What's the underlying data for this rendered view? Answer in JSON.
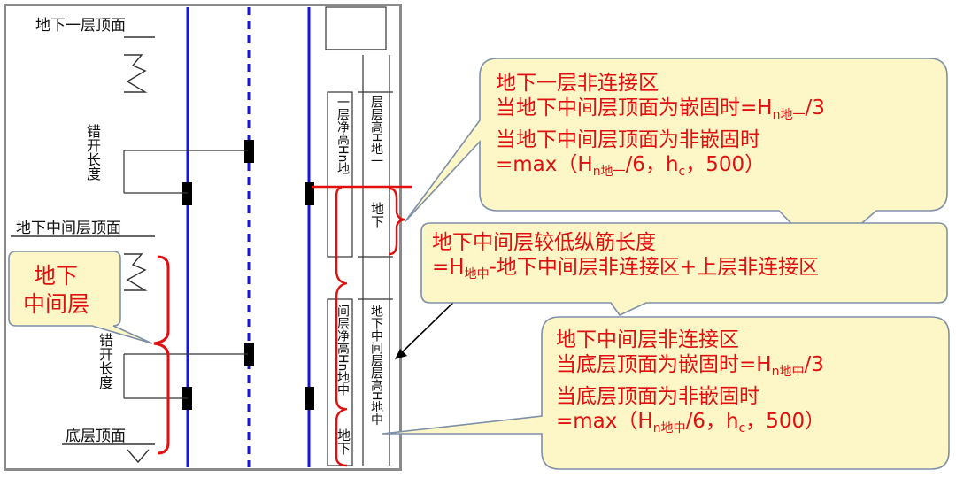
{
  "diagram": {
    "left_labels": {
      "basement1_top": "地下一层顶面",
      "stagger_length_upper": "错开长度",
      "mid_basement_top": "地下中间层顶面",
      "stagger_length_lower": "错开长度",
      "ground_floor_top": "底层顶面"
    },
    "mid_layer_label": {
      "line1": "地下",
      "line2": "中间层"
    },
    "column_labels": {
      "b1_clear_height": "一层净高Hn地",
      "b1_story_height": "层层高H地一",
      "b1_zone_short": "地下",
      "mid_clear_height": "间层净高Hn地中",
      "mid_story_height": "地下中间层层高H地中",
      "mid_zone_short": "地下"
    },
    "callouts": {
      "b1_non_connection": {
        "title": "地下一层非连接区",
        "line2_prefix": "当地下中间层顶面为嵌固时=H",
        "line2_sub": "n地一",
        "line2_suffix": "/3",
        "line3": "当地下中间层顶面为非嵌固时",
        "line4_prefix": "=max（H",
        "line4_sub": "n地一",
        "line4_suffix": "/6，h",
        "line4_sub2": "c",
        "line4_end": "，500）"
      },
      "lower_rebar_length": {
        "line1": "地下中间层较低纵筋长度",
        "line2_prefix": "=H",
        "line2_sub": "地中",
        "line2_suffix": "-地下中间层非连接区+上层非连接区"
      },
      "mid_non_connection": {
        "title": "地下中间层非连接区",
        "line2_prefix": "当底层顶面为嵌固时=H",
        "line2_sub": "n地中",
        "line2_suffix": "/3",
        "line3": "当底层顶面为非嵌固时",
        "line4_prefix": "=max（H",
        "line4_sub": "n地中",
        "line4_suffix": "/6，h",
        "line4_sub2": "c",
        "line4_end": "，500）"
      }
    },
    "colors": {
      "callout_fill": "#fdf6c6",
      "callout_stroke": "#7e8fa8",
      "accent_red": "#e01010",
      "rebar_blue": "#1414e0"
    }
  }
}
